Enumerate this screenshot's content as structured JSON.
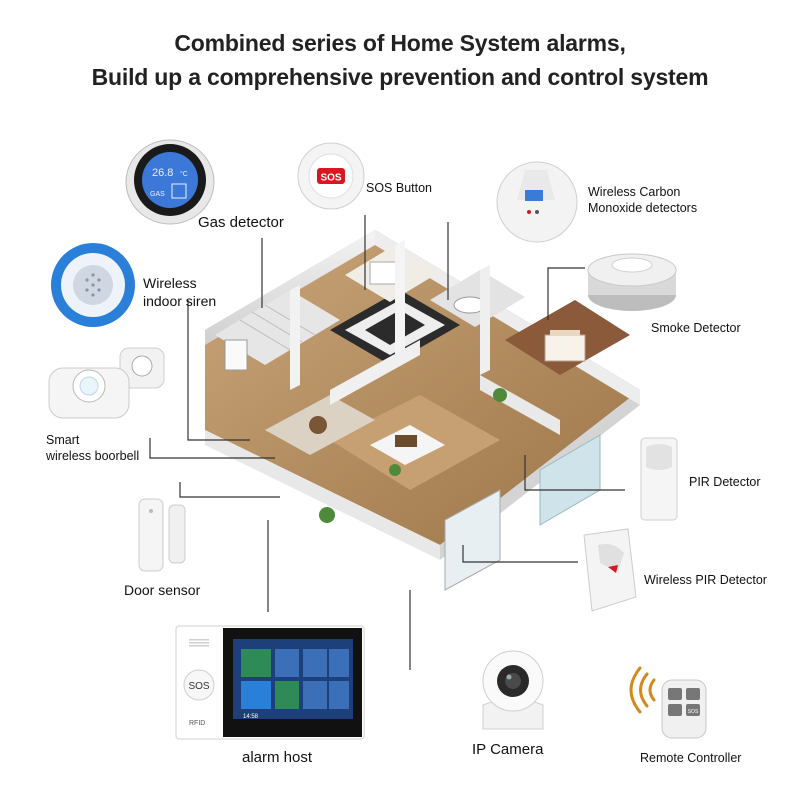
{
  "headline": {
    "line1": "Combined series of Home System alarms,",
    "line2": "Build up a comprehensive prevention and control system"
  },
  "devices": {
    "gas_detector": {
      "label": "Gas detector",
      "display_top": "26.8",
      "display_unit": "°C",
      "display_bottom": "GAS"
    },
    "sos_button": {
      "label": "SOS Button",
      "button_text": "SOS"
    },
    "co_detector": {
      "label_line1": "Wireless Carbon",
      "label_line2": "Monoxide detectors"
    },
    "siren": {
      "label_line1": "Wireless",
      "label_line2": "indoor siren"
    },
    "smoke_detector": {
      "label": "Smoke Detector"
    },
    "doorbell": {
      "label_line1": "Smart",
      "label_line2": "wireless boorbell"
    },
    "pir_detector": {
      "label": "PIR Detector"
    },
    "door_sensor": {
      "label": "Door sensor"
    },
    "wireless_pir": {
      "label": "Wireless PIR Detector"
    },
    "alarm_host": {
      "label": "alarm host",
      "sos_text": "SOS",
      "rfid_text": "RFID",
      "screen_time": "14:58"
    },
    "ip_camera": {
      "label": "IP Camera"
    },
    "remote": {
      "label": "Remote Controller",
      "sos_key": "SOS"
    }
  },
  "colors": {
    "blue_accent": "#2a7fd8",
    "sos_red": "#d7191f",
    "wood": "#b88a58",
    "screen_bg": "#1d3f7a"
  }
}
